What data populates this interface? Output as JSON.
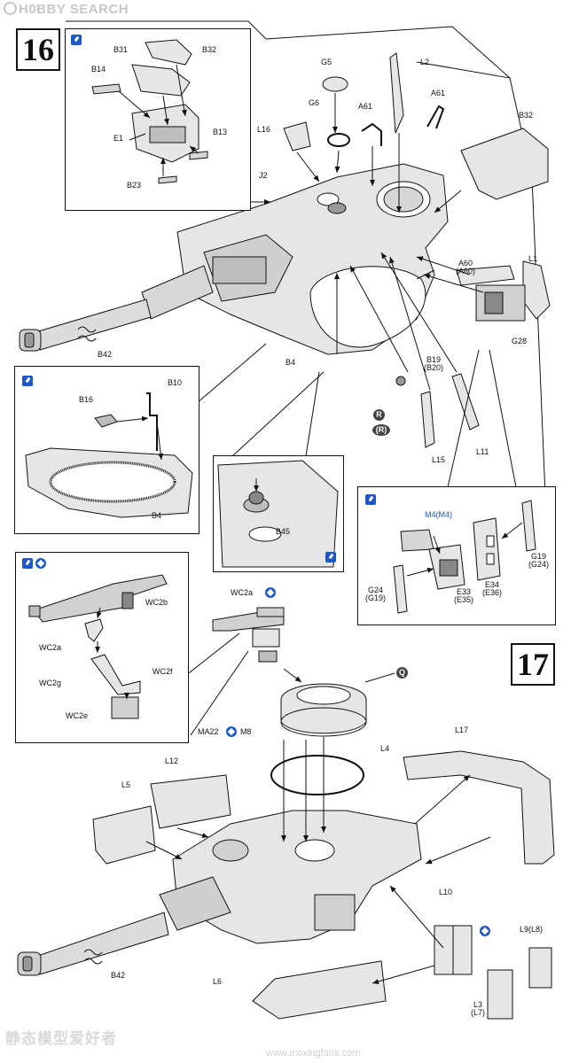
{
  "watermark": {
    "top": "H0BBY SEARCH",
    "bottom": "静态模型爱好者",
    "url": "www.moxingfans.com"
  },
  "steps": {
    "s16": "16",
    "s17": "17"
  },
  "step16": {
    "labels": {
      "B32": "B32",
      "B31": "B31",
      "B14": "B14",
      "B13": "B13",
      "E1": "E1",
      "B23": "B23",
      "G5": "G5",
      "L2": "L2",
      "G6": "G6",
      "A61a": "A61",
      "A61b": "A61",
      "L16": "L16",
      "B32b": "B32",
      "J2": "J2",
      "L1": "L1",
      "A60": "A60",
      "A60p": "(A60)",
      "G28": "G28",
      "B42": "B42",
      "B4": "B4",
      "B19": "B19",
      "B20p": "(B20)",
      "L15": "L15",
      "L11": "L11",
      "R1": "R",
      "R2": "(R)"
    },
    "inset_b4": {
      "B16": "B16",
      "B10": "B10",
      "B4": "B4"
    },
    "inset_b45": {
      "B45": "B45"
    },
    "inset_m4": {
      "M4": "M4(M4)",
      "G19": "G19",
      "G24p": "(G24)",
      "G24": "G24",
      "G19p": "(G19)",
      "E34": "E34",
      "E36p": "(E36)",
      "E33": "E33",
      "E35p": "(E35)"
    }
  },
  "step17": {
    "labels": {
      "WC2a": "WC2a",
      "Q": "Q",
      "MA22": "MA22",
      "M8": "M8",
      "L4": "L4",
      "L17": "L17",
      "L12": "L12",
      "L5": "L5",
      "L10": "L10",
      "L9": "L9(L8)",
      "B42": "B42",
      "L6": "L6",
      "L3": "L3",
      "L7p": "(L7)"
    },
    "inset_mg": {
      "WC2b": "WC2b",
      "WC2a": "WC2a",
      "WC2g": "WC2g",
      "WC2f": "WC2f",
      "WC2e": "WC2e"
    }
  },
  "colors": {
    "accent": "#1f57c8",
    "line": "#111111",
    "fill": "#e6e6e6",
    "shade": "#bdbdbd"
  }
}
